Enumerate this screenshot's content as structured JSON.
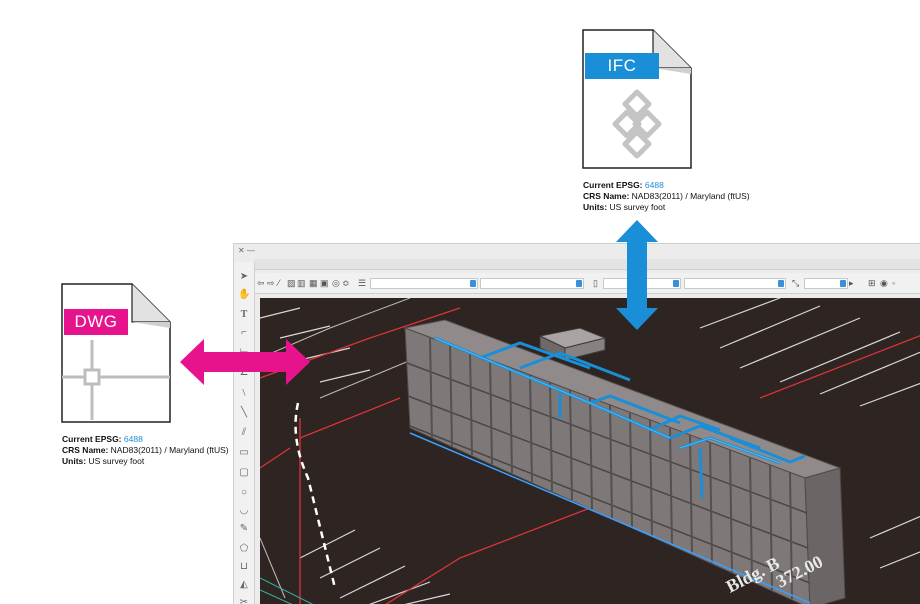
{
  "dwg_file": {
    "tag": "DWG",
    "tag_color": "#e6138c",
    "icon": "crosshair-icon",
    "info": {
      "epsg_label": "Current EPSG:",
      "epsg_value": "6488",
      "crs_label": "CRS Name:",
      "crs_value": "NAD83(2011) / Maryland (ftUS)",
      "units_label": "Units:",
      "units_value": "US survey foot"
    }
  },
  "ifc_file": {
    "tag": "IFC",
    "tag_color": "#1a8fd8",
    "icon": "ifc-logo-icon",
    "info": {
      "epsg_label": "Current EPSG:",
      "epsg_value": "6488",
      "crs_label": "CRS Name:",
      "crs_value": "NAD83(2011) / Maryland (ftUS)",
      "units_label": "Units:",
      "units_value": "US survey foot"
    }
  },
  "arrows": {
    "dwg_arrow_color": "#e6138c",
    "ifc_arrow_color": "#1a8fd8"
  },
  "app": {
    "window_controls": "✕  —",
    "canvas_labels": {
      "building_name": "Bldg. B",
      "elevation": "372.00"
    },
    "colors": {
      "canvas_bg": "#2e2422",
      "building": "#8a8584",
      "pipes": "#1a8fd8",
      "property_line": "#d9343a"
    }
  }
}
